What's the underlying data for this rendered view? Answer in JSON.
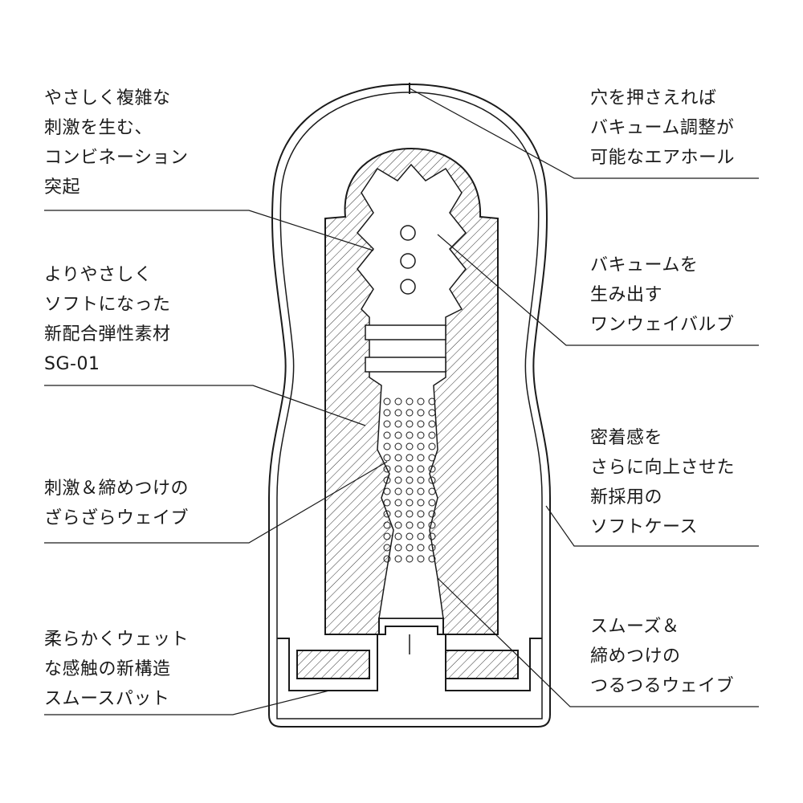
{
  "left_labels": [
    {
      "lines": [
        "やさしく複雑な",
        "刺激を生む、",
        "コンビネーション",
        "突起"
      ]
    },
    {
      "lines": [
        "よりやさしく",
        "ソフトになった",
        "新配合弾性素材",
        "SG-01"
      ]
    },
    {
      "lines": [
        "刺激＆締めつけの",
        "ざらざらウェイブ"
      ]
    },
    {
      "lines": [
        "柔らかくウェット",
        "な感触の新構造",
        "スムースパット"
      ]
    }
  ],
  "right_labels": [
    {
      "lines": [
        "穴を押さえれば",
        "バキューム調整が",
        "可能なエアホール"
      ]
    },
    {
      "lines": [
        "バキュームを",
        "生み出す",
        "ワンウェイバルブ"
      ]
    },
    {
      "lines": [
        "密着感を",
        "さらに向上させた",
        "新採用の",
        "ソフトケース"
      ]
    },
    {
      "lines": [
        "スムーズ＆",
        "締めつけの",
        "つるつるウェイブ"
      ]
    }
  ],
  "colors": {
    "line": "#1a1a1a",
    "background": "#ffffff"
  }
}
